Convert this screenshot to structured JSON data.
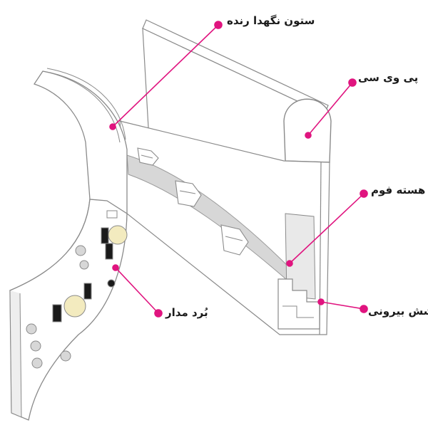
{
  "labels": {
    "holder": "ستون نگهدا رنده",
    "pvc": "پی وی سی",
    "foam": "هسته فوم",
    "outer_cover": "پوشش بیرونی",
    "circuit_board": "بُرد مدار"
  },
  "colors": {
    "accent": "#e0147f",
    "outline": "#8a8a8a",
    "fill": "#ffffff",
    "shade": "#d7d7d7",
    "led": "#f3ebbf",
    "chip": "#1a1a1a"
  }
}
